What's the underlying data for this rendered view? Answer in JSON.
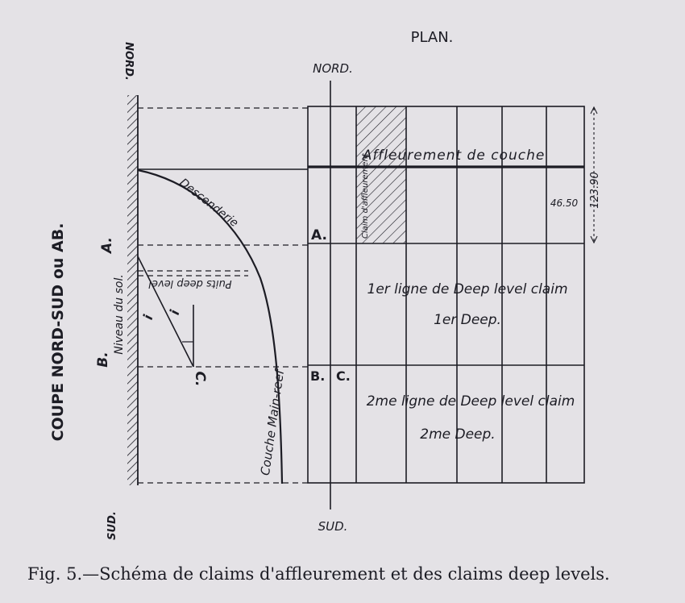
{
  "plan": {
    "title": "PLAN.",
    "nord": "NORD.",
    "sud": "SUD.",
    "affleurement": "Affleurement de couche",
    "claim": "Claim d'affleurement",
    "dim_small": "46.50",
    "dim_large": "123.90",
    "point_a": "A.",
    "point_b": "B.",
    "point_c": "C.",
    "ligne1": "1er ligne de Deep level claim",
    "deep1": "1er Deep.",
    "ligne2": "2me ligne de Deep level claim",
    "deep2": "2me Deep."
  },
  "section": {
    "title": "COUPE NORD-SUD ou AB.",
    "nord": "NORD.",
    "sud": "SUD.",
    "niveau": "Niveau du sol.",
    "descenderie": "Descenderie",
    "puits": "Puits deep level",
    "couche": "Couche Main-reef",
    "point_a": "A.",
    "point_b": "B.",
    "point_c": "C.",
    "angle_i": "i"
  },
  "caption": "Fig. 5.—Schéma de claims d'affleurement et des claims deep levels.",
  "colors": {
    "ink": "#1c1c24",
    "paper": "#e4e2e6"
  }
}
